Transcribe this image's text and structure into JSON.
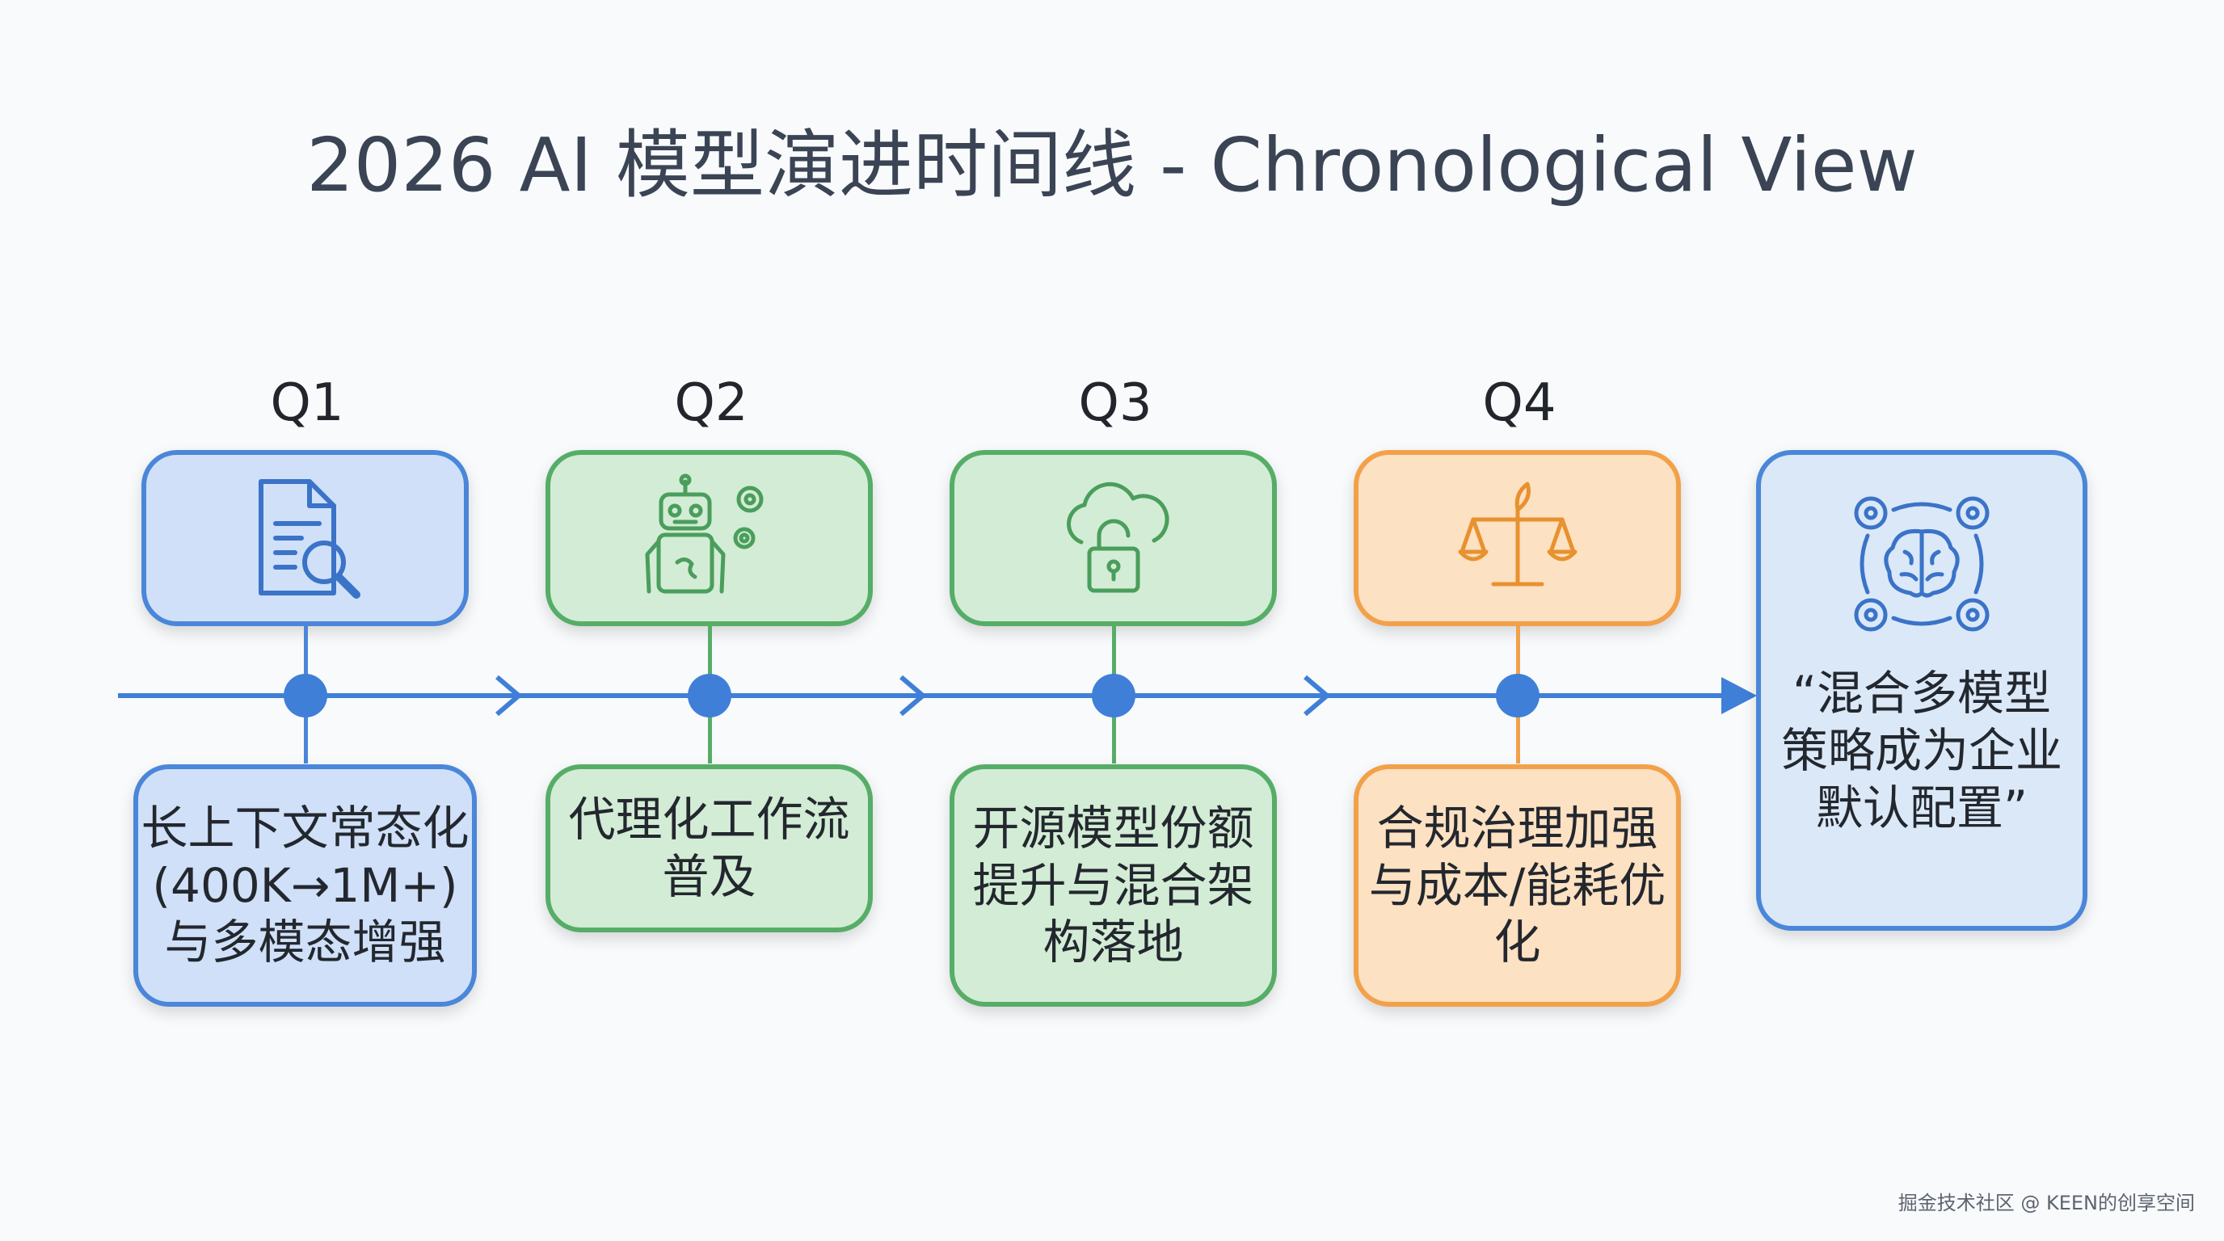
{
  "title": "2026 AI 模型演进时间线 - Chronological View",
  "quarters": [
    {
      "label": "Q1",
      "icon": "document-search-icon",
      "text": "长上下文常态化\n(400K→1M+)\n与多模态增强",
      "color": "#4a86d9"
    },
    {
      "label": "Q2",
      "icon": "robot-gears-icon",
      "text": "代理化工作流\n普及",
      "color": "#56ad67"
    },
    {
      "label": "Q3",
      "icon": "cloud-unlock-icon",
      "text": "开源模型份额\n提升与混合架\n构落地",
      "color": "#56ad67"
    },
    {
      "label": "Q4",
      "icon": "balance-scale-icon",
      "text": "合规治理加强\n与成本/能耗优\n化",
      "color": "#f2a14a"
    }
  ],
  "final": {
    "icon": "brain-gears-cycle-icon",
    "text": "“混合多模型\n策略成为企业\n默认配置”"
  },
  "watermark": "掘金技术社区 @ KEEN的创享空间",
  "colors": {
    "timeline": "#3f7fd8",
    "blue": "#4a86d9",
    "green": "#56ad67",
    "orange": "#f2a14a"
  }
}
